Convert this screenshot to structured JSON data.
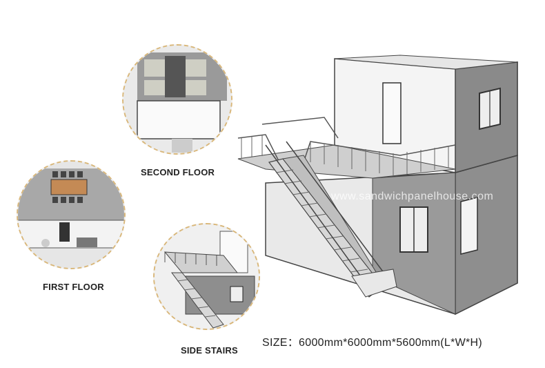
{
  "labels": {
    "second_floor": "SECOND FLOOR",
    "first_floor": "FIRST FLOOR",
    "side_stairs": "SIDE STAIRS"
  },
  "size_text": "SIZE：6000mm*6000mm*5600mm(L*W*H)",
  "watermark": "www.sandwichpanelhouse.com",
  "colors": {
    "circle_border": "#d9b77a",
    "wall_light": "#f2f2f2",
    "wall_shadow": "#8c8c8c",
    "railing": "#555555"
  }
}
